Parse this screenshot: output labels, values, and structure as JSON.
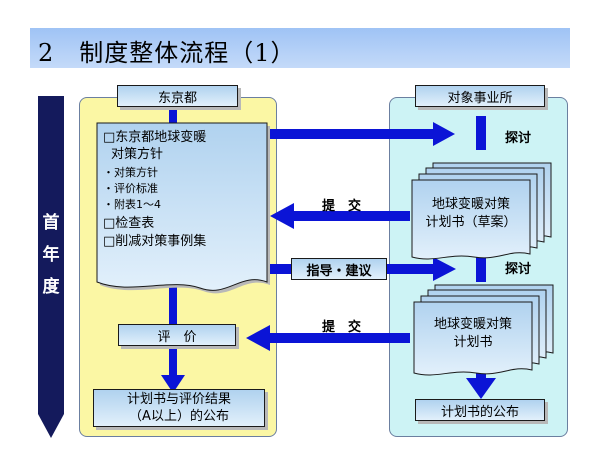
{
  "header": {
    "title": "2　制度整体流程（1）"
  },
  "side": {
    "chars": [
      "首",
      "年",
      "度"
    ]
  },
  "left": {
    "header": "东京都",
    "policy_box": {
      "line1": "□东京都地球变暖",
      "line2": "对策方针",
      "sub1": "・对策方针",
      "sub2": "・评价标准",
      "sub3": "・附表1～4",
      "check": "□检查表",
      "cases": "□削减对策事例集"
    },
    "evaluation": "评　价",
    "publish_line1": "计划书与评价结果",
    "publish_line2": "（A以上）的公布"
  },
  "right": {
    "header": "对象事业所",
    "discuss1": "探讨",
    "draft_line1": "地球变暖对策",
    "draft_line2": "计划书（草案）",
    "discuss2": "探讨",
    "plan_line1": "地球变暖对策",
    "plan_line2": "计划书",
    "publish": "计划书的公布"
  },
  "arrows": {
    "submit1": "提　交",
    "guidance": "指导・建议",
    "submit2": "提　交"
  },
  "colors": {
    "arrow_blue": "#0b14d6",
    "side_navy": "#141a5c",
    "left_panel": "#fbf7a4",
    "right_panel": "#cdf3f5"
  }
}
